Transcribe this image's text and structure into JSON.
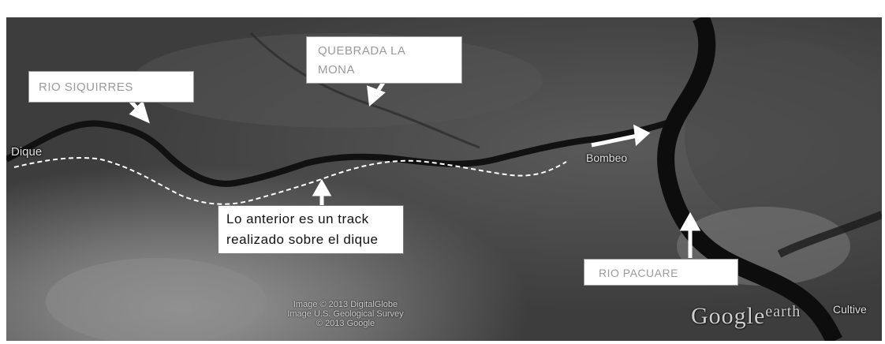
{
  "labels": {
    "rio_siquirres": "RIO SIQUIRRES",
    "quebrada_la_mona": [
      "QUEBRADA LA",
      "MONA"
    ],
    "rio_pacuare": "RIO PACUARE",
    "dique": "Dique",
    "bombeo": "Bombeo",
    "track_note": [
      "Lo anterior es un track",
      "realizado sobre el dique"
    ]
  },
  "credits": {
    "line1": "Image © 2013 DigitalGlobe",
    "line2": "Image U.S. Geological Survey",
    "line3": "© 2013 Google"
  },
  "brand": {
    "logo": "Google",
    "earth": "earth",
    "corner": "Cultive"
  },
  "colors": {
    "river": "#111111",
    "label_text": "#9a9a9a",
    "arrow": "#ffffff",
    "track": "#ffffff"
  },
  "icons": [
    "arrow-icon",
    "track-marker-icon"
  ]
}
